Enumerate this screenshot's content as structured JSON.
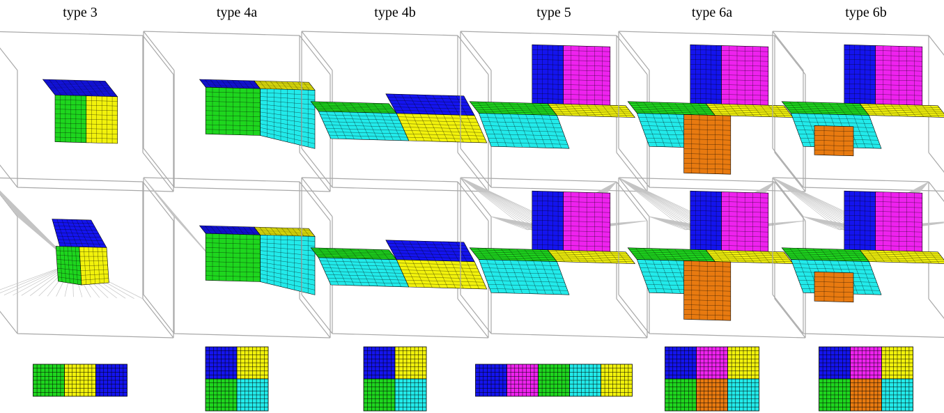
{
  "figure": {
    "columns": [
      {
        "title": "type 3",
        "top": {
          "mode": "cube"
        },
        "bottom": {
          "mode": "sphere"
        },
        "legend": {
          "rows": 1,
          "cols": 3,
          "cells": [
            "green",
            "yellow",
            "blue"
          ]
        }
      },
      {
        "title": "type 4a",
        "top": {
          "mode": "4a"
        },
        "bottom": {
          "mode": "4a-curved"
        },
        "legend": {
          "rows": 2,
          "cols": 2,
          "cells": [
            "blue",
            "yellow",
            "green",
            "cyan"
          ]
        }
      },
      {
        "title": "type 4b",
        "top": {
          "mode": "4b"
        },
        "bottom": {
          "mode": "4b"
        },
        "legend": {
          "rows": 2,
          "cols": 2,
          "cells": [
            "blue",
            "yellow",
            "green",
            "cyan"
          ]
        }
      },
      {
        "title": "type 5",
        "top": {
          "mode": "5"
        },
        "bottom": {
          "mode": "5-curved"
        },
        "legend": {
          "rows": 1,
          "cols": 5,
          "cells": [
            "blue",
            "magenta",
            "green",
            "cyan",
            "yellow"
          ]
        }
      },
      {
        "title": "type 6a",
        "top": {
          "mode": "6a"
        },
        "bottom": {
          "mode": "6a-curved"
        },
        "legend": {
          "rows": 2,
          "cols": 3,
          "cells": [
            "blue",
            "magenta",
            "yellow",
            "green",
            "orange",
            "cyan"
          ]
        }
      },
      {
        "title": "type 6b",
        "top": {
          "mode": "6b"
        },
        "bottom": {
          "mode": "6b-curved"
        },
        "legend": {
          "rows": 2,
          "cols": 3,
          "cells": [
            "blue",
            "magenta",
            "yellow",
            "green",
            "orange",
            "cyan"
          ]
        }
      }
    ],
    "colors": {
      "blue": "#1414ee",
      "yellow": "#f2f20c",
      "green": "#1ed61e",
      "cyan": "#22eaea",
      "magenta": "#ee22ee",
      "orange": "#e87a10",
      "box_edge": "#a8a8a8",
      "ray": "#c4c4c4",
      "mesh": "#000000"
    }
  }
}
